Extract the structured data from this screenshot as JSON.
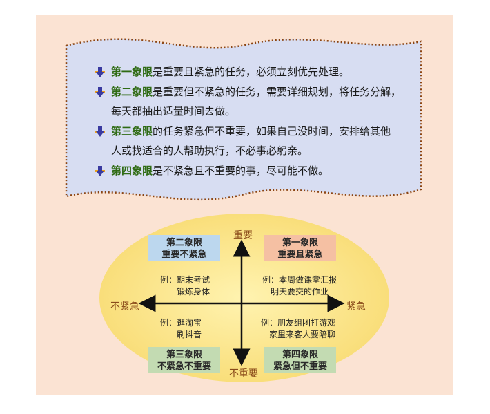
{
  "bullets": [
    {
      "highlight": "第一象限",
      "lines": [
        "是重要且紧急的任务，必须立刻优先处理。"
      ]
    },
    {
      "highlight": "第二象限",
      "lines": [
        "是重要但不紧急的任务，需要详细规划，将任务分解，",
        "每天都抽出适量时间去做。"
      ]
    },
    {
      "highlight": "第三象限",
      "lines": [
        "的任务紧急但不重要，如果自己没时间，安排给其他",
        "人或找适合的人帮助执行，不必事必躬亲。"
      ]
    },
    {
      "highlight": "第四象限",
      "lines": [
        "是不紧急且不重要的事，尽可能不做。"
      ]
    }
  ],
  "bullet_icon": "down-arrow-icon",
  "axes": {
    "top": "重要",
    "bottom": "不重要",
    "left": "不紧急",
    "right": "紧急"
  },
  "quadrants": {
    "q1": {
      "title": "第一象限",
      "subtitle": "重要且紧急",
      "example_1": "例：本周做课堂汇报",
      "example_2": "明天要交的作业"
    },
    "q2": {
      "title": "第二象限",
      "subtitle": "重要不紧急",
      "example_1": "例：期末考试",
      "example_2": "锻炼身体"
    },
    "q3": {
      "title": "第三象限",
      "subtitle": "不紧急不重要",
      "example_1": "例：逛淘宝",
      "example_2": "刷抖音"
    },
    "q4": {
      "title": "第四象限",
      "subtitle": "紧急但不重要",
      "example_1": "例：朋友组团打游戏",
      "example_2": "家里来客人要陪聊"
    }
  },
  "colors": {
    "panel_bg": "#fbe3d3",
    "banner_fill": "#d7ddf2",
    "banner_border": "#8b4513",
    "ellipse_fill": "#fbe58a",
    "highlight_text": "#2f6b14",
    "q1_bg": "#f5c0a3",
    "q2_bg": "#bcd7ee",
    "q3_bg": "#c3dbb2",
    "q4_bg": "#c3dbb2"
  }
}
